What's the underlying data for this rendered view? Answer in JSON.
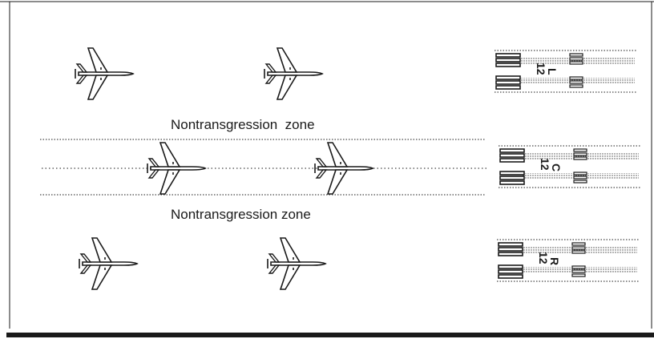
{
  "zones": [
    {
      "label": "Nontransgression  zone"
    },
    {
      "label": "Nontransgression zone"
    }
  ],
  "runways": [
    {
      "number": "12",
      "side": "L"
    },
    {
      "number": "12",
      "side": "C"
    },
    {
      "number": "12",
      "side": "R"
    }
  ],
  "colors": {
    "ink": "#1a1a1a",
    "background": "#ffffff"
  }
}
